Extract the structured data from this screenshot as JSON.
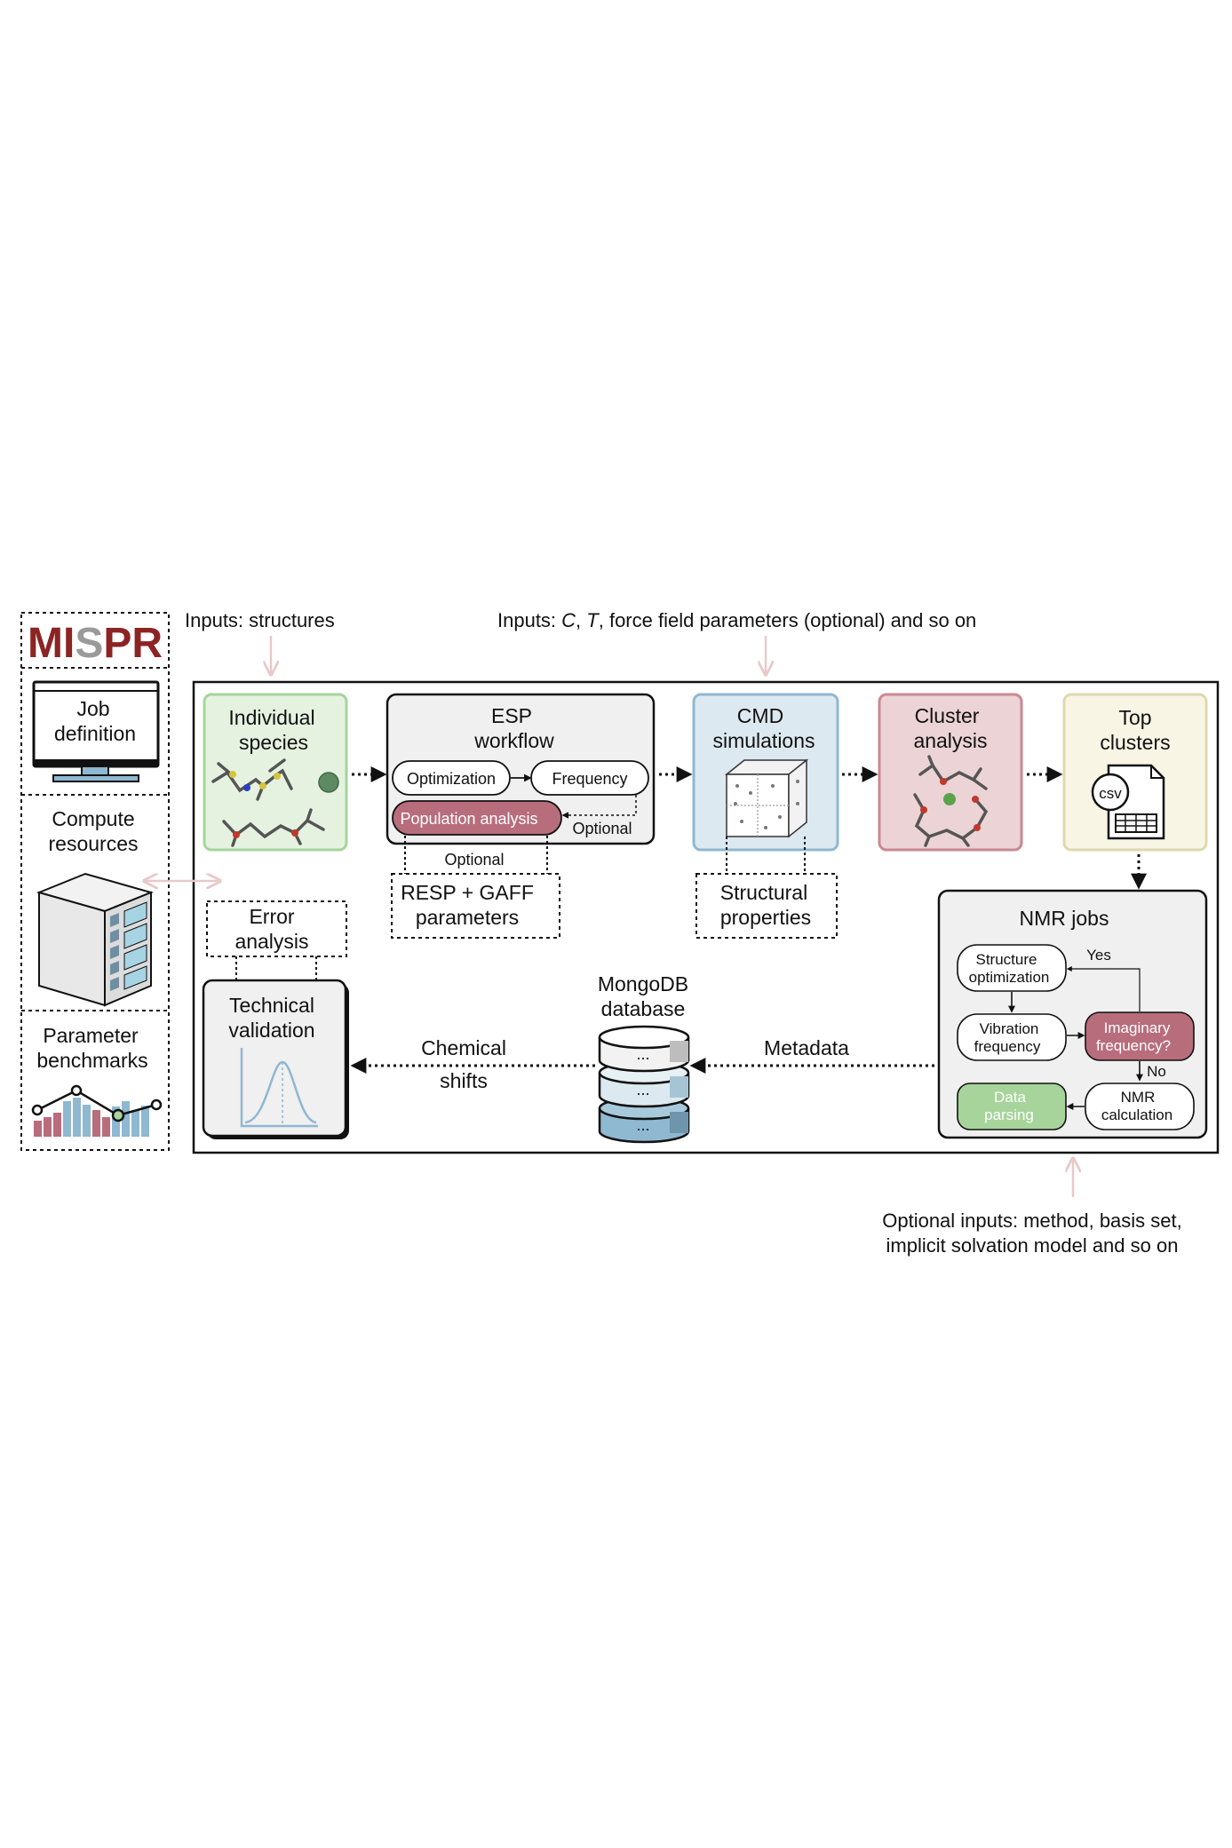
{
  "logo": {
    "part1": "MI",
    "part2": "S",
    "part3": "PR"
  },
  "sidebar": {
    "job_line1": "Job",
    "job_line2": "definition",
    "compute_line1": "Compute",
    "compute_line2": "resources",
    "param_line1": "Parameter",
    "param_line2": "benchmarks"
  },
  "inputs": {
    "structures": "Inputs: structures",
    "cmd_prefix": "Inputs: ",
    "cmd_c": "C",
    "cmd_sep": ", ",
    "cmd_t": "T",
    "cmd_suffix": ", force field parameters (optional) and so on",
    "optional_line1": "Optional inputs: method, basis set,",
    "optional_line2": "implicit solvation model and so on"
  },
  "stages": {
    "species_line1": "Individual",
    "species_line2": "species",
    "esp_line1": "ESP",
    "esp_line2": "workflow",
    "optimization": "Optimization",
    "frequency": "Frequency",
    "population": "Population analysis",
    "optional_inner": "Optional",
    "cmd_line1": "CMD",
    "cmd_line2": "simulations",
    "cluster_line1": "Cluster",
    "cluster_line2": "analysis",
    "top_line1": "Top",
    "top_line2": "clusters",
    "csv": "csv"
  },
  "esp_output": {
    "optional": "Optional",
    "line1": "RESP + GAFF",
    "line2": "parameters"
  },
  "structural": {
    "line1": "Structural",
    "line2": "properties"
  },
  "nmr": {
    "title": "NMR jobs",
    "struct_line1": "Structure",
    "struct_line2": "optimization",
    "vib_line1": "Vibration",
    "vib_line2": "frequency",
    "imag_line1": "Imaginary",
    "imag_line2": "frequency?",
    "yes": "Yes",
    "no": "No",
    "calc_line1": "NMR",
    "calc_line2": "calculation",
    "parse_line1": "Data",
    "parse_line2": "parsing"
  },
  "database": {
    "line1": "MongoDB",
    "line2": "database",
    "dots": "..."
  },
  "links": {
    "metadata": "Metadata",
    "chem_line1": "Chemical",
    "chem_line2": "shifts"
  },
  "validation": {
    "error_line1": "Error",
    "error_line2": "analysis",
    "tech_line1": "Technical",
    "tech_line2": "validation"
  },
  "colors": {
    "logo_red": "#8c2424",
    "logo_grey": "#9a9a9a",
    "species_bg": "#e5f2e0",
    "species_border": "#a6d49a",
    "esp_bg": "#f0f0f0",
    "population_bg": "#b86d7c",
    "cmd_bg": "#dde9f0",
    "cmd_border": "#8fb8d1",
    "cluster_bg": "#ecd3d6",
    "cluster_border": "#c98894",
    "top_bg": "#f8f5e5",
    "top_border": "#dfd8ad",
    "parse_bg": "#a6d49a",
    "input_arrow": "#e8c9c9"
  }
}
